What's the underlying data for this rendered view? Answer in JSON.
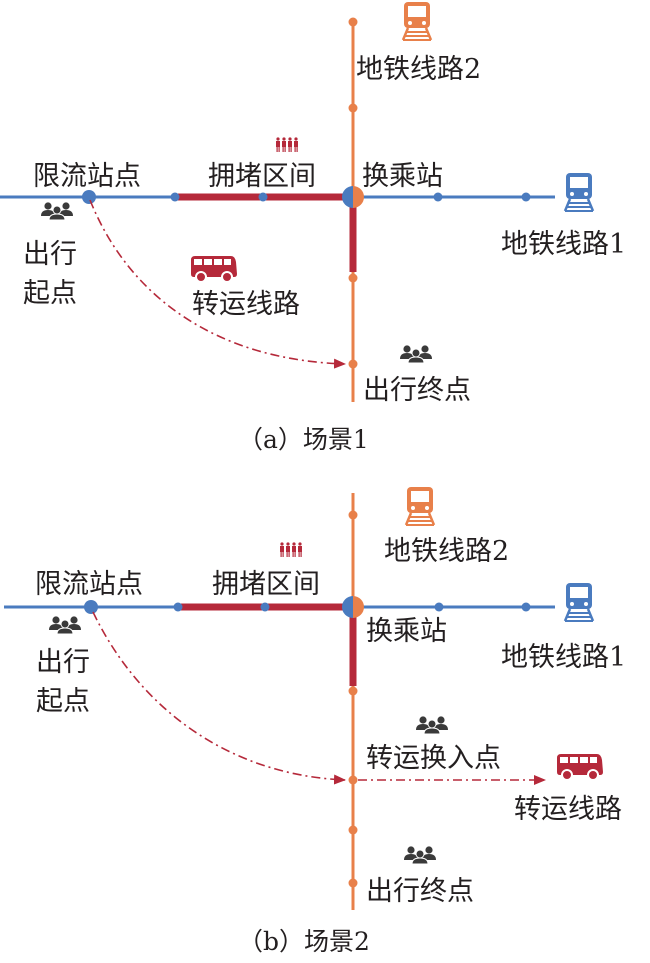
{
  "colors": {
    "line1": "#4a7bbf",
    "line2": "#e8804a",
    "congested": "#b5293a",
    "transfer": "#b5293a",
    "people": "#3a3a3a",
    "text": "#231f20"
  },
  "panels": [
    {
      "id": "a",
      "caption": "（a）场景1",
      "labels": {
        "restricted_station": "限流站点",
        "congested_section": "拥堵区间",
        "interchange_station": "换乘站",
        "metro_line_1": "地铁线路1",
        "metro_line_2": "地铁线路2",
        "origin_line1": "出行",
        "origin_line2": "起点",
        "transfer_route": "转运线路",
        "destination": "出行终点"
      },
      "icons": [
        "people-group-icon",
        "crowd-icon",
        "train-icon-orange",
        "train-icon-blue",
        "bus-icon"
      ]
    },
    {
      "id": "b",
      "caption": "（b）场景2",
      "labels": {
        "restricted_station": "限流站点",
        "congested_section": "拥堵区间",
        "interchange_station": "换乘站",
        "metro_line_1": "地铁线路1",
        "metro_line_2": "地铁线路2",
        "origin_line1": "出行",
        "origin_line2": "起点",
        "transfer_entry_point": "转运换入点",
        "transfer_route": "转运线路",
        "destination": "出行终点"
      },
      "icons": [
        "people-group-icon",
        "crowd-icon",
        "train-icon-orange",
        "train-icon-blue",
        "bus-icon"
      ]
    }
  ]
}
